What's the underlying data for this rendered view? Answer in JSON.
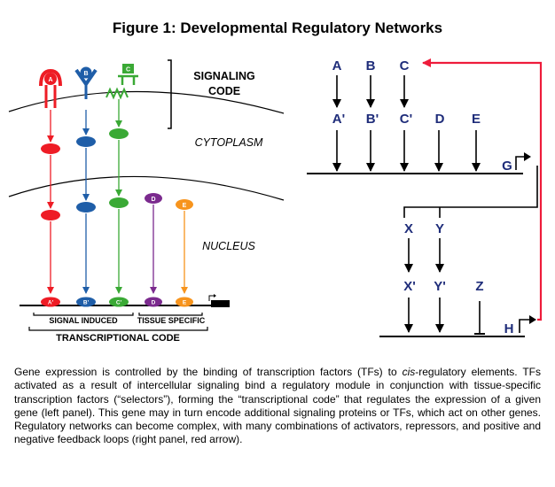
{
  "title": "Figure 1: Developmental Regulatory Networks",
  "colors": {
    "red": "#ee1c25",
    "blue": "#1f5ea8",
    "green": "#3aa935",
    "purple": "#7b2a8e",
    "orange": "#f7941d",
    "navy": "#1f2d7a",
    "feedback": "#ee1c3b"
  },
  "left_panel": {
    "receptor_labels": [
      "A",
      "B",
      "C"
    ],
    "signaling_code": [
      "SIGNALING",
      "CODE"
    ],
    "cytoplasm": "CYTOPLASM",
    "nucleus": "NUCLEUS",
    "tissue_labels": [
      "D",
      "E"
    ],
    "bound_labels": [
      "A'",
      "B'",
      "C'",
      "D",
      "E"
    ],
    "signal_induced": "SIGNAL INDUCED",
    "tissue_specific": "TISSUE SPECIFIC",
    "transcriptional_code": "TRANSCRIPTIONAL CODE"
  },
  "right_panel": {
    "top_inputs": [
      "A",
      "B",
      "C"
    ],
    "active_inputs": [
      "A'",
      "B'",
      "C'",
      "D",
      "E"
    ],
    "gene_g": "G",
    "mid_inputs": [
      "X",
      "Y"
    ],
    "active_mid": [
      "X'",
      "Y'",
      "Z"
    ],
    "gene_h": "H"
  },
  "caption": {
    "p1": "Gene expression is controlled by the binding of transcription factors (TFs) to ",
    "p1_italic": "cis",
    "p2": "-regulatory elements. TFs activated as a result of intercellular signaling bind a regulatory module in conjunction with tissue-specific transcription factors (“selectors”), forming the “transcriptional code” that regulates the expression of a given gene (left panel). This gene may in turn encode additional signaling proteins or TFs, which act on other genes. Regulatory networks can become complex, with many combinations of activators, repressors, and positive and negative feedback loops (right panel, red arrow)."
  }
}
